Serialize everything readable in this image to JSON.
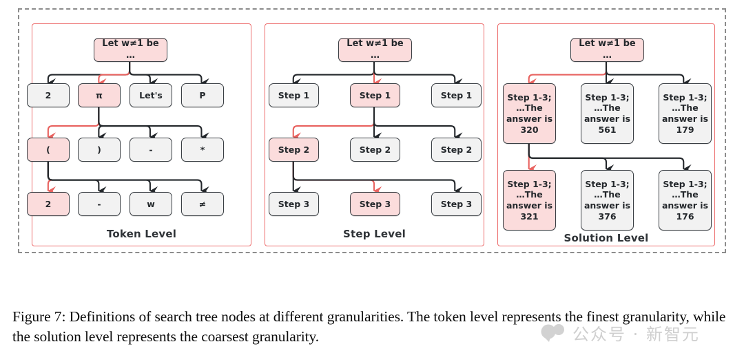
{
  "figure": {
    "caption_line1": "Figure 7: Definitions of search tree nodes at different granularities. The token level represents the",
    "caption_line2": "finest granularity, while the solution level represents the coarsest granularity."
  },
  "colors": {
    "selected_fill": "#fbdcdc",
    "node_fill": "#f2f2f2",
    "node_border": "#3a3f44",
    "panel_border": "#ec6a6a",
    "frame_border": "#8c8c8c",
    "highlight_edge": "#e8625f",
    "edge": "#23272b"
  },
  "panels": [
    {
      "id": "token",
      "title": "Token Level",
      "root": {
        "label": "Let w≠1 be …",
        "selected": true
      },
      "rows": [
        {
          "nodes": [
            {
              "label": "2",
              "selected": false
            },
            {
              "label": "π",
              "selected": true
            },
            {
              "label": "Let's",
              "selected": false
            },
            {
              "label": "P",
              "selected": false
            }
          ]
        },
        {
          "nodes": [
            {
              "label": "(",
              "selected": true
            },
            {
              "label": ")",
              "selected": false
            },
            {
              "label": "-",
              "selected": false
            },
            {
              "label": "*",
              "selected": false
            }
          ]
        },
        {
          "nodes": [
            {
              "label": "2",
              "selected": true
            },
            {
              "label": "-",
              "selected": false
            },
            {
              "label": "w",
              "selected": false
            },
            {
              "label": "≠",
              "selected": false
            }
          ]
        }
      ]
    },
    {
      "id": "step",
      "title": "Step Level",
      "root": {
        "label": "Let w≠1 be …",
        "selected": true
      },
      "rows": [
        {
          "nodes": [
            {
              "label": "Step 1",
              "selected": false
            },
            {
              "label": "Step 1",
              "selected": true
            },
            {
              "label": "Step 1",
              "selected": false
            }
          ]
        },
        {
          "nodes": [
            {
              "label": "Step 2",
              "selected": true
            },
            {
              "label": "Step 2",
              "selected": false
            },
            {
              "label": "Step 2",
              "selected": false
            }
          ]
        },
        {
          "nodes": [
            {
              "label": "Step 3",
              "selected": false
            },
            {
              "label": "Step 3",
              "selected": true
            },
            {
              "label": "Step 3",
              "selected": false
            }
          ]
        }
      ]
    },
    {
      "id": "solution",
      "title": "Solution Level",
      "root": {
        "label": "Let w≠1 be …",
        "selected": true
      },
      "rows": [
        {
          "nodes": [
            {
              "label": "Step 1-3;\n…The\nanswer is\n320",
              "selected": true
            },
            {
              "label": "Step 1-3;\n…The\nanswer is\n561",
              "selected": false
            },
            {
              "label": "Step 1-3;\n…The\nanswer is\n179",
              "selected": false
            }
          ]
        },
        {
          "nodes": [
            {
              "label": "Step 1-3;\n…The\nanswer is\n321",
              "selected": true
            },
            {
              "label": "Step 1-3;\n…The\nanswer is\n376",
              "selected": false
            },
            {
              "label": "Step 1-3;\n…The\nanswer is\n176",
              "selected": false
            }
          ]
        }
      ]
    }
  ],
  "watermark": {
    "text": "公众号 · 新智元"
  }
}
